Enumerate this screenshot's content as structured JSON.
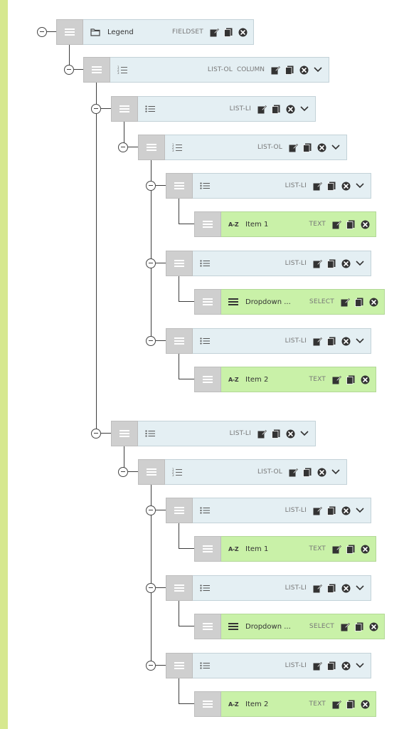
{
  "tree": {
    "root": {
      "label": "Legend",
      "type": "FIELDSET"
    },
    "column": {
      "type": "LIST-OL",
      "subtype": "COLUMN"
    },
    "groups": [
      {
        "li": {
          "type": "LIST-LI"
        },
        "ol": {
          "type": "LIST-OL"
        },
        "items": [
          {
            "li_type": "LIST-LI",
            "leaf": {
              "icon": "az-icon",
              "label": "Item 1",
              "type": "TEXT"
            }
          },
          {
            "li_type": "LIST-LI",
            "leaf": {
              "icon": "list-icon",
              "label": "Dropdown ...",
              "type": "SELECT"
            }
          },
          {
            "li_type": "LIST-LI",
            "leaf": {
              "icon": "az-icon",
              "label": "Item 2",
              "type": "TEXT"
            }
          }
        ]
      },
      {
        "li": {
          "type": "LIST-LI"
        },
        "ol": {
          "type": "LIST-OL"
        },
        "items": [
          {
            "li_type": "LIST-LI",
            "leaf": {
              "icon": "az-icon",
              "label": "Item 1",
              "type": "TEXT"
            }
          },
          {
            "li_type": "LIST-LI",
            "leaf": {
              "icon": "list-icon",
              "label": "Dropdown ...",
              "type": "SELECT"
            }
          },
          {
            "li_type": "LIST-LI",
            "leaf": {
              "icon": "az-icon",
              "label": "Item 2",
              "type": "TEXT"
            }
          }
        ]
      }
    ]
  },
  "icons": {
    "az_text": "A-Z",
    "actions": [
      "edit-icon",
      "copy-icon",
      "delete-icon",
      "chevron-down-icon"
    ]
  },
  "colors": {
    "container_bg": "#e4eff3",
    "leaf_bg": "#c9f1a8",
    "handle_bg": "#cfcfcf",
    "accent_strip": "#d6e88f"
  }
}
